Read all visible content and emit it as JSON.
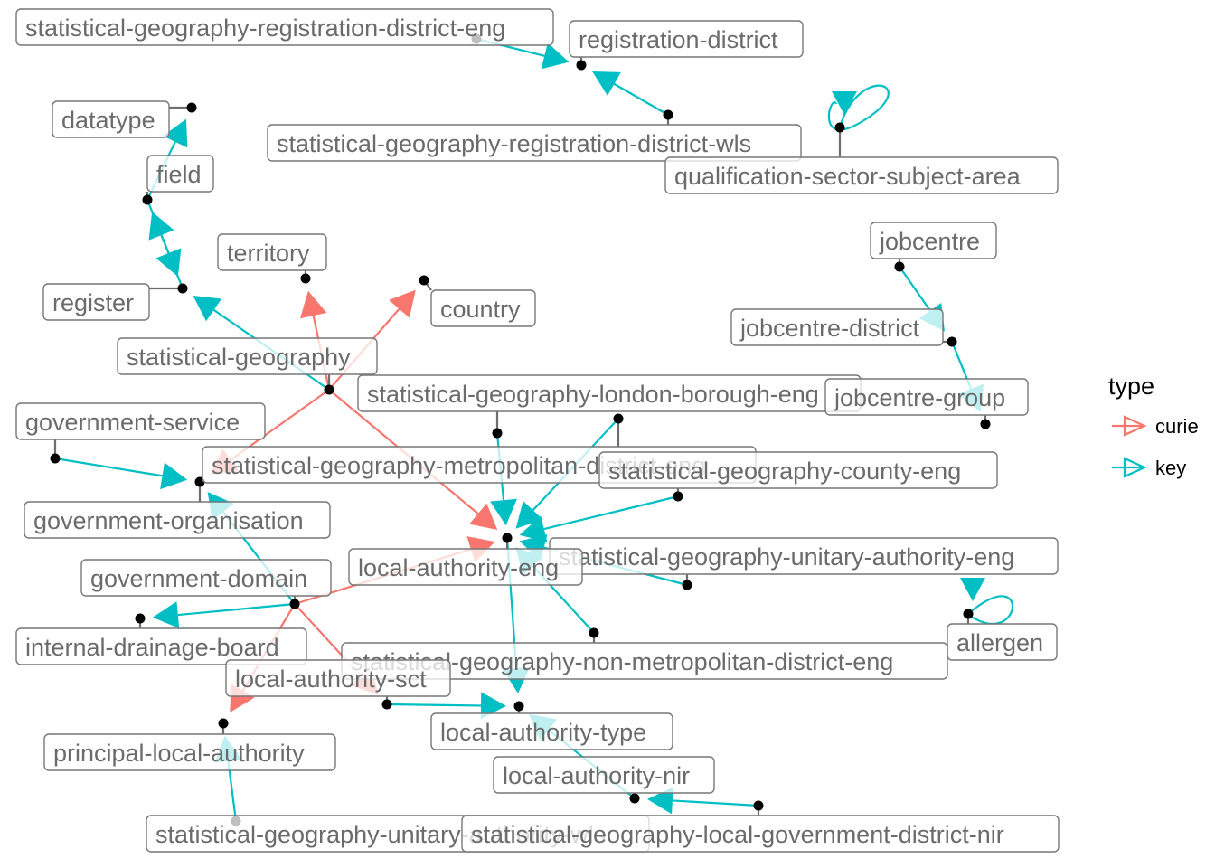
{
  "colors": {
    "curie": "#F8766D",
    "key": "#00BFC4"
  },
  "legend": {
    "title": "type",
    "items": [
      {
        "name": "curie",
        "color": "#F8766D"
      },
      {
        "name": "key",
        "color": "#00BFC4"
      }
    ]
  },
  "nodes": [
    {
      "id": "statistical-geography-registration-district-eng",
      "label": "statistical-geography-registration-district-eng"
    },
    {
      "id": "registration-district",
      "label": "registration-district"
    },
    {
      "id": "datatype",
      "label": "datatype"
    },
    {
      "id": "statistical-geography-registration-district-wls",
      "label": "statistical-geography-registration-district-wls"
    },
    {
      "id": "qualification-sector-subject-area",
      "label": "qualification-sector-subject-area"
    },
    {
      "id": "field",
      "label": "field"
    },
    {
      "id": "territory",
      "label": "territory"
    },
    {
      "id": "jobcentre",
      "label": "jobcentre"
    },
    {
      "id": "country",
      "label": "country"
    },
    {
      "id": "register",
      "label": "register"
    },
    {
      "id": "jobcentre-district",
      "label": "jobcentre-district"
    },
    {
      "id": "statistical-geography",
      "label": "statistical-geography"
    },
    {
      "id": "statistical-geography-london-borough-eng",
      "label": "statistical-geography-london-borough-eng"
    },
    {
      "id": "jobcentre-group",
      "label": "jobcentre-group"
    },
    {
      "id": "government-service",
      "label": "government-service"
    },
    {
      "id": "statistical-geography-metropolitan-district-eng",
      "label": "statistical-geography-metropolitan-district-eng"
    },
    {
      "id": "statistical-geography-county-eng",
      "label": "statistical-geography-county-eng"
    },
    {
      "id": "government-organisation",
      "label": "government-organisation"
    },
    {
      "id": "statistical-geography-unitary-authority-eng",
      "label": "statistical-geography-unitary-authority-eng"
    },
    {
      "id": "local-authority-eng",
      "label": "local-authority-eng"
    },
    {
      "id": "government-domain",
      "label": "government-domain"
    },
    {
      "id": "allergen",
      "label": "allergen"
    },
    {
      "id": "internal-drainage-board",
      "label": "internal-drainage-board"
    },
    {
      "id": "statistical-geography-non-metropolitan-district-eng",
      "label": "statistical-geography-non-metropolitan-district-eng"
    },
    {
      "id": "local-authority-sct",
      "label": "local-authority-sct"
    },
    {
      "id": "local-authority-type",
      "label": "local-authority-type"
    },
    {
      "id": "principal-local-authority",
      "label": "principal-local-authority"
    },
    {
      "id": "local-authority-nir",
      "label": "local-authority-nir"
    },
    {
      "id": "statistical-geography-unitary-authority-wls",
      "label": "statistical-geography-unitary-authority-wls"
    },
    {
      "id": "statistical-geography-local-government-district-nir",
      "label": "statistical-geography-local-government-district-nir"
    }
  ],
  "edges": [
    {
      "from": "statistical-geography-registration-district-eng",
      "to": "registration-district",
      "type": "key"
    },
    {
      "from": "statistical-geography-registration-district-wls",
      "to": "registration-district",
      "type": "key"
    },
    {
      "from": "qualification-sector-subject-area",
      "to": "qualification-sector-subject-area",
      "type": "key"
    },
    {
      "from": "field",
      "to": "datatype",
      "type": "key"
    },
    {
      "from": "field",
      "to": "register",
      "type": "key"
    },
    {
      "from": "register",
      "to": "field",
      "type": "key"
    },
    {
      "from": "statistical-geography",
      "to": "register",
      "type": "key"
    },
    {
      "from": "statistical-geography",
      "to": "territory",
      "type": "curie"
    },
    {
      "from": "statistical-geography",
      "to": "country",
      "type": "curie"
    },
    {
      "from": "statistical-geography",
      "to": "government-organisation",
      "type": "curie"
    },
    {
      "from": "statistical-geography",
      "to": "local-authority-eng",
      "type": "curie"
    },
    {
      "from": "jobcentre",
      "to": "jobcentre-district",
      "type": "key"
    },
    {
      "from": "jobcentre-district",
      "to": "jobcentre-group",
      "type": "key"
    },
    {
      "from": "government-service",
      "to": "government-organisation",
      "type": "key"
    },
    {
      "from": "government-domain",
      "to": "government-organisation",
      "type": "key"
    },
    {
      "from": "government-domain",
      "to": "internal-drainage-board",
      "type": "key"
    },
    {
      "from": "government-domain",
      "to": "local-authority-eng",
      "type": "curie"
    },
    {
      "from": "government-domain",
      "to": "principal-local-authority",
      "type": "curie"
    },
    {
      "from": "government-domain",
      "to": "local-authority-sct",
      "type": "curie"
    },
    {
      "from": "statistical-geography-london-borough-eng",
      "to": "local-authority-eng",
      "type": "key"
    },
    {
      "from": "statistical-geography-metropolitan-district-eng",
      "to": "local-authority-eng",
      "type": "key"
    },
    {
      "from": "statistical-geography-county-eng",
      "to": "local-authority-eng",
      "type": "key"
    },
    {
      "from": "statistical-geography-unitary-authority-eng",
      "to": "local-authority-eng",
      "type": "key"
    },
    {
      "from": "statistical-geography-non-metropolitan-district-eng",
      "to": "local-authority-eng",
      "type": "key"
    },
    {
      "from": "local-authority-eng",
      "to": "local-authority-type",
      "type": "key"
    },
    {
      "from": "local-authority-sct",
      "to": "local-authority-type",
      "type": "key"
    },
    {
      "from": "local-authority-nir",
      "to": "local-authority-type",
      "type": "key"
    },
    {
      "from": "statistical-geography-local-government-district-nir",
      "to": "local-authority-nir",
      "type": "key"
    },
    {
      "from": "statistical-geography-unitary-authority-wls",
      "to": "principal-local-authority",
      "type": "key"
    },
    {
      "from": "allergen",
      "to": "allergen",
      "type": "key"
    }
  ]
}
